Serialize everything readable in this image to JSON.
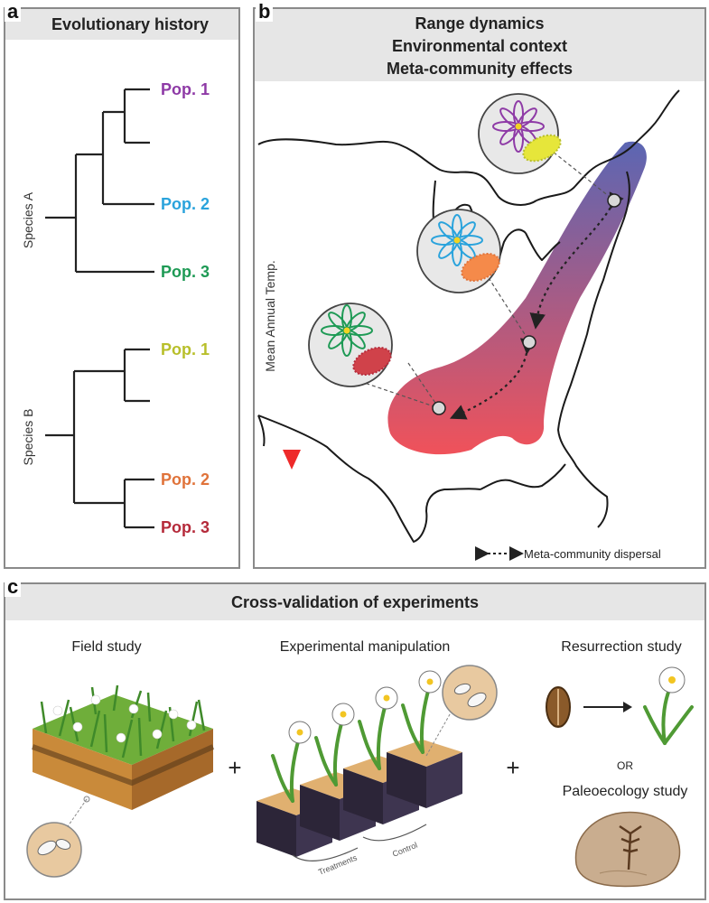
{
  "panel_a": {
    "letter": "a",
    "title": "Evolutionary history",
    "species_a_label": "Species A",
    "species_b_label": "Species B",
    "species_a_pops": [
      {
        "label": "Pop. 1",
        "color": "#8e3aa6"
      },
      {
        "label": "Pop. 2",
        "color": "#2aa3dc"
      },
      {
        "label": "Pop. 3",
        "color": "#1e9a55"
      }
    ],
    "species_b_pops": [
      {
        "label": "Pop. 1",
        "color": "#b8bf2a"
      },
      {
        "label": "Pop. 2",
        "color": "#e0733a"
      },
      {
        "label": "Pop. 3",
        "color": "#b52a3a"
      }
    ]
  },
  "panel_b": {
    "letter": "b",
    "title_lines": [
      "Range dynamics",
      "Environmental context",
      "Meta-community effects"
    ],
    "axis_label": "Mean Annual Temp.",
    "legend_label": "Meta-community dispersal",
    "gradient_colors": {
      "cool": "#5b66b3",
      "warm": "#f0525a"
    }
  },
  "panel_c": {
    "letter": "c",
    "title": "Cross-validation of experiments",
    "field_study": "Field study",
    "experimental_manipulation": "Experimental manipulation",
    "resurrection_study": "Resurrection study",
    "or_label": "OR",
    "paleoecology_study": "Paleoecology study",
    "plus": "+",
    "treatments_label": "Treatments",
    "control_label": "Control"
  }
}
